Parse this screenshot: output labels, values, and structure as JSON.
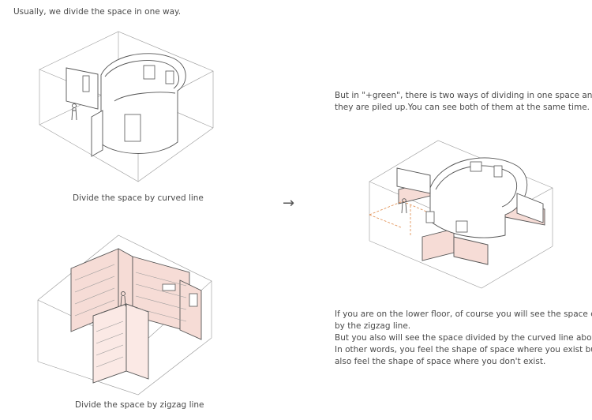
{
  "intro": "Usually, we divide the space in one way.",
  "captions": {
    "curved": "Divide the space by curved line",
    "zigzag": "Divide the space by zigzag line"
  },
  "arrow_glyph": "→",
  "explanation_top": [
    "But in \"+green\", there is two ways of dividing in one space and",
    "they are piled up.You can see both of them at the same time."
  ],
  "explanation_bottom": [
    "If you are on the lower floor, of course you will see the space divided",
    "by the zigzag line.",
    "But you also will see the space divided by the curved line above.",
    "In other words, you feel the shape of space where you exist but you",
    "also feel the shape of space where you don't exist."
  ],
  "colors": {
    "wall_pink": "#f6dcd6",
    "dash_orange": "#e08a4a",
    "line": "#555555"
  }
}
